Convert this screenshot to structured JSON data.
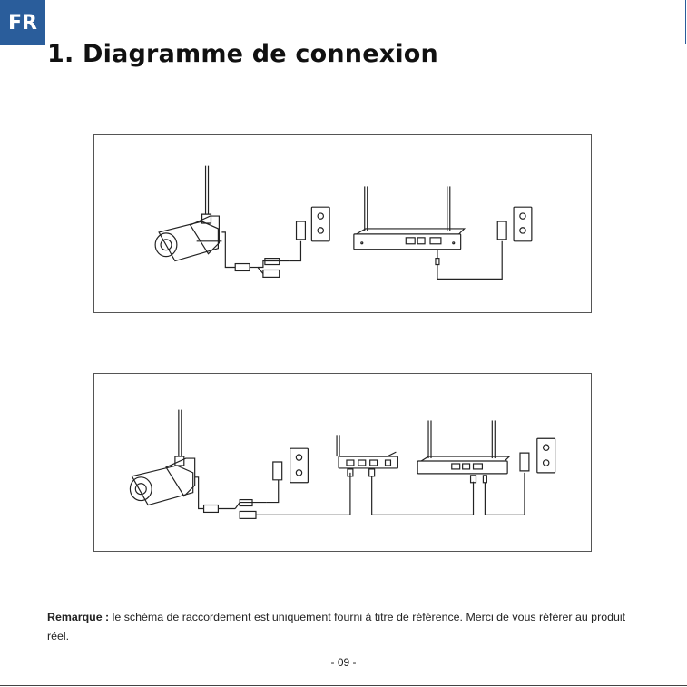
{
  "lang": "FR",
  "title": "1. Diagramme de connexion",
  "note": {
    "label": "Remarque :",
    "text": " le schéma de raccordement est uniquement fourni à titre de référence. Merci de vous référer au produit réel."
  },
  "page_number": "- 09 -",
  "colors": {
    "badge": "#2a5d9b"
  }
}
